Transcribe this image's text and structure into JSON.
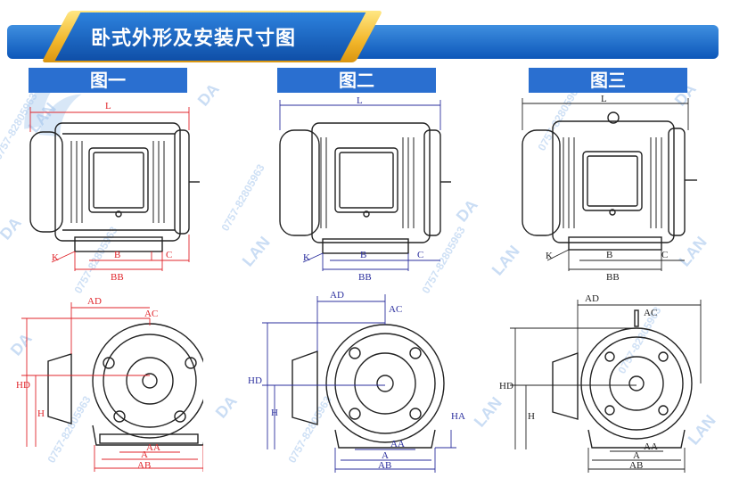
{
  "header": {
    "title": "卧式外形及安装尺寸图"
  },
  "watermark": {
    "brand_da": "DA",
    "brand_lan": "LAN",
    "phone": "0757-82805963"
  },
  "figures": [
    {
      "label": "图一",
      "dims": {
        "L": "L",
        "K": "K",
        "B": "B",
        "C": "C",
        "BB": "BB",
        "AD": "AD",
        "AC": "AC",
        "HD": "HD",
        "H": "H",
        "AA": "AA",
        "A": "A",
        "AB": "AB"
      }
    },
    {
      "label": "图二",
      "dims": {
        "L": "L",
        "K": "K",
        "B": "B",
        "C": "C",
        "BB": "BB",
        "AD": "AD",
        "AC": "AC",
        "HD": "HD",
        "H": "H",
        "HA": "HA",
        "AA": "AA",
        "A": "A",
        "AB": "AB"
      }
    },
    {
      "label": "图三",
      "dims": {
        "L": "L",
        "K": "K",
        "B": "B",
        "C": "C",
        "BB": "BB",
        "AD": "AD",
        "AC": "AC",
        "HD": "HD",
        "H": "H",
        "AA": "AA",
        "A": "A",
        "AB": "AB"
      }
    }
  ],
  "colors": {
    "fig1_dim": "#e0252b",
    "fig2_dim": "#2b2f9e",
    "fig3_dim": "#222222",
    "banner_blue": "#1766c6",
    "banner_gold": "#f2b62a"
  }
}
